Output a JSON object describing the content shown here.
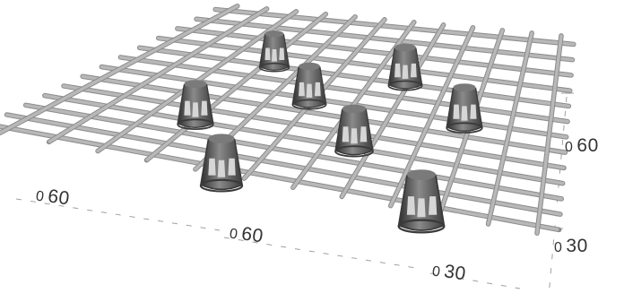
{
  "diagram": {
    "labels": {
      "left": {
        "lead": "0",
        "value": "60"
      },
      "mid": {
        "lead": "0",
        "value": "60"
      },
      "bottom": {
        "lead": "0",
        "value": "30"
      },
      "right_top": {
        "lead": "0",
        "value": "60"
      },
      "right_bottom": {
        "lead": "0",
        "value": "30"
      }
    },
    "colors": {
      "bar": "#b8b8b8",
      "bar_edge": "#8c8c8c",
      "spacer_dark": "#3a3a3a",
      "spacer_mid": "#7a7a7a",
      "spacer_light": "#d6d6d6",
      "dim_line": "#9a9a9a"
    }
  }
}
